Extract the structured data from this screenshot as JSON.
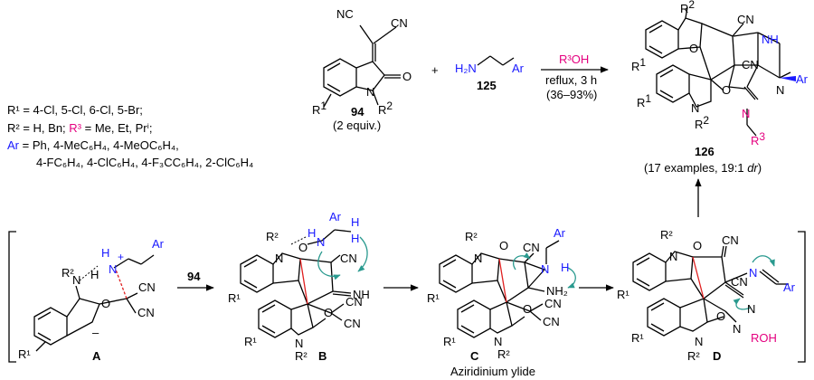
{
  "reaction": {
    "reactant_1": {
      "id": "94",
      "equiv": "(2 equiv.)",
      "cn_a": "NC",
      "cn_b": "CN",
      "carbonyl_o": "O",
      "ring_n": "N",
      "r1": "R",
      "r1_sup": "1",
      "r2": "R",
      "r2_sup": "2"
    },
    "plus": "+",
    "reactant_2": {
      "id": "125",
      "h2n": "H₂N",
      "ar": "Ar"
    },
    "conditions": {
      "reagent": "R³OH",
      "line1": "reflux, 3 h",
      "line2": "(36–93%)"
    },
    "product": {
      "id": "126",
      "note_prefix": "(17 examples, 19:1 ",
      "note_dr": "dr",
      "note_suffix": ")",
      "labels": {
        "r2": "R",
        "r2_sup": "2",
        "cn1": "CN",
        "nh": "NH",
        "r1": "R",
        "r1_sup": "1",
        "cn2": "CN",
        "ar": "Ar",
        "n1": "N",
        "r1b": "R",
        "r1b_sup": "1",
        "o1": "O",
        "o2": "O",
        "n2": "N",
        "n3": "N",
        "r2b": "R",
        "r2b_sup": "2",
        "r3": "R",
        "r3_sup": "3"
      }
    }
  },
  "substituents": {
    "line1": "R¹ = 4-Cl, 5-Cl, 6-Cl, 5-Br;",
    "line2_a": "R² = H, Bn; ",
    "line2_b": "R³",
    "line2_c": " = Me, Et, Prⁱ;",
    "line3_a": "Ar",
    "line3_b": " = Ph, 4-MeC₆H₄, 4-MeOC₆H₄,",
    "line4": "4-FC₆H₄, 4-ClC₆H₄, 4-F₃CC₆H₄, 2-ClC₆H₄"
  },
  "mechanism": {
    "A": {
      "label": "A",
      "r2": "R²",
      "o": "O",
      "h1": "H",
      "h2": "H",
      "n": "N",
      "nplus": "+",
      "ar": "Ar",
      "cn1": "CN",
      "cn2": "CN",
      "minus": "–",
      "n_ring": "N",
      "r1": "R¹"
    },
    "arrow_reagent": "94",
    "B": {
      "label": "B",
      "r2": "R²",
      "n": "N",
      "o": "O",
      "h": "H",
      "ar": "Ar",
      "h2": "H",
      "h3": "H",
      "nb": "N",
      "cn1": "CN",
      "nh": "NH",
      "r1": "R¹",
      "cn2": "CN",
      "cn3": "CN",
      "o2": "O",
      "n2": "N",
      "r1b": "R¹",
      "r2b": "R²"
    },
    "C": {
      "label": "C",
      "caption": "Aziridinium ylide",
      "r2": "R²",
      "n": "N",
      "o": "O",
      "cn1": "CN",
      "ar": "Ar",
      "nplus": "N",
      "h": "H",
      "nh2": "NH₂",
      "r1": "R¹",
      "cn2": "CN",
      "cn3": "CN",
      "o2": "O",
      "n2": "N",
      "r1b": "R¹",
      "r2b": "R²"
    },
    "D": {
      "label": "D",
      "r2": "R²",
      "n": "N",
      "o": "O",
      "cn1": "CN",
      "n_imine": "N",
      "ar": "Ar",
      "r1": "R¹",
      "cn2": "CN",
      "n2": "N",
      "o2": "O",
      "n3": "N",
      "r1b": "R¹",
      "r2b": "R²",
      "roh": "ROH",
      "cn3": "N"
    }
  },
  "colors": {
    "accent_magenta": "#e4007f",
    "accent_blue": "#1a1aff",
    "arrow_teal": "#2a9a8f",
    "red_bond": "#e02020"
  }
}
